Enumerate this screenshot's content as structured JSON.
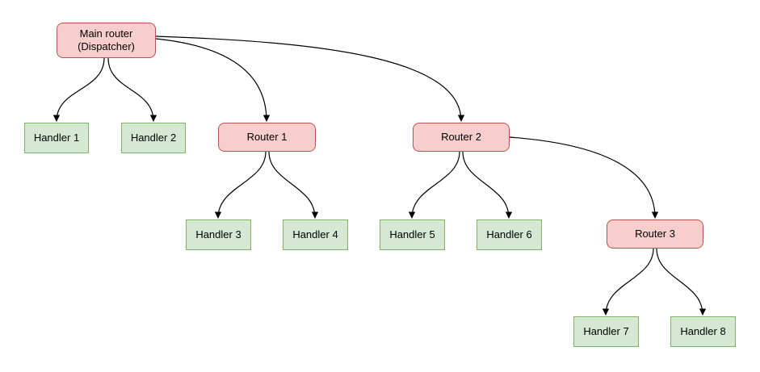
{
  "diagram": {
    "nodes": [
      {
        "id": "main-router",
        "label": "Main router\n(Dispatcher)",
        "type": "router"
      },
      {
        "id": "handler-1",
        "label": "Handler 1",
        "type": "handler"
      },
      {
        "id": "handler-2",
        "label": "Handler 2",
        "type": "handler"
      },
      {
        "id": "router-1",
        "label": "Router 1",
        "type": "router"
      },
      {
        "id": "router-2",
        "label": "Router 2",
        "type": "router"
      },
      {
        "id": "handler-3",
        "label": "Handler 3",
        "type": "handler"
      },
      {
        "id": "handler-4",
        "label": "Handler 4",
        "type": "handler"
      },
      {
        "id": "handler-5",
        "label": "Handler 5",
        "type": "handler"
      },
      {
        "id": "handler-6",
        "label": "Handler 6",
        "type": "handler"
      },
      {
        "id": "router-3",
        "label": "Router 3",
        "type": "router"
      },
      {
        "id": "handler-7",
        "label": "Handler 7",
        "type": "handler"
      },
      {
        "id": "handler-8",
        "label": "Handler 8",
        "type": "handler"
      }
    ],
    "edges": [
      {
        "from": "main-router",
        "to": "handler-1"
      },
      {
        "from": "main-router",
        "to": "handler-2"
      },
      {
        "from": "main-router",
        "to": "router-1"
      },
      {
        "from": "main-router",
        "to": "router-2"
      },
      {
        "from": "router-1",
        "to": "handler-3"
      },
      {
        "from": "router-1",
        "to": "handler-4"
      },
      {
        "from": "router-2",
        "to": "handler-5"
      },
      {
        "from": "router-2",
        "to": "handler-6"
      },
      {
        "from": "router-2",
        "to": "router-3"
      },
      {
        "from": "router-3",
        "to": "handler-7"
      },
      {
        "from": "router-3",
        "to": "handler-8"
      }
    ],
    "colors": {
      "router_fill": "#f8cecc",
      "router_stroke": "#b85450",
      "handler_fill": "#d5e8d4",
      "handler_stroke": "#82b366",
      "edge": "#000000",
      "background": "#ffffff"
    }
  }
}
